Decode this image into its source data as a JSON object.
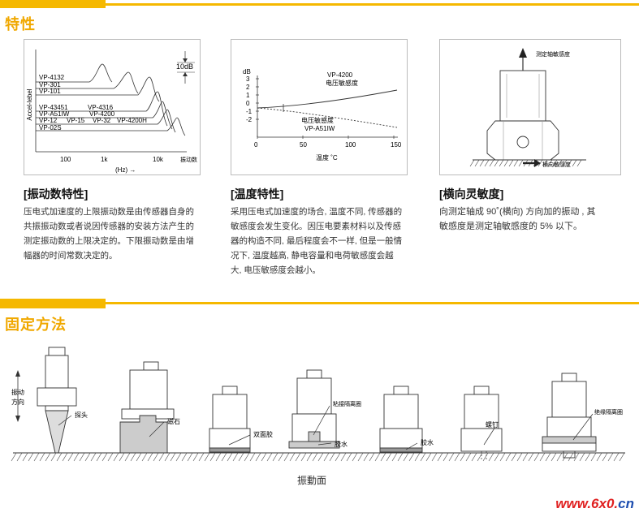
{
  "sections": {
    "features_title": "特性",
    "mounting_title": "固定方法"
  },
  "freq_chart": {
    "ylabel": "Accel-lebel",
    "scale_label": "10dB",
    "xlabel": "(Hz) →",
    "x_unit": "振动数",
    "xticks": [
      "100",
      "1k",
      "10k"
    ],
    "models": [
      "VP-4132",
      "VP-301",
      "VP-101",
      "VP-43451",
      "VP-4316",
      "VP-A51IW",
      "VP-4200",
      "VP-12",
      "VP-15",
      "VP-32",
      "VP-4200H",
      "VP-02S"
    ]
  },
  "temp_chart": {
    "yunit": "dB",
    "yticks": [
      "3",
      "2",
      "1",
      "0",
      "-1",
      "-2"
    ],
    "xticks": [
      "0",
      "50",
      "100",
      "150"
    ],
    "xlabel": "温度 ˚C",
    "series1_name": "VP-4200",
    "series1_desc": "电压敏感度",
    "series2_desc": "电压敏感度",
    "series2_name": "VP-A51IW"
  },
  "cross_diagram": {
    "main_axis": "测定轴敏感度",
    "cross_axis": "横向敏感度"
  },
  "captions": {
    "c1_title": "[振动数特性]",
    "c1_lines": [
      "压电式加速度的上限振动数是由传感器自身的",
      "共振振动数或者说因传感器的安装方法产生的",
      "测定振动数的上限决定的。下限振动数是由增",
      "幅器的时间常数决定的。"
    ],
    "c2_title": "[温度特性]",
    "c2_lines": [
      "采用压电式加速度的场合, 温度不同, 传感器的",
      "敏感度会发生变化。因压电要素材料以及传感",
      "器的构造不同, 最后程度会不一样, 但是一般情",
      "况下, 温度越高, 静电容量和电荷敏感度会越",
      "大, 电压敏感度会越小。"
    ],
    "c3_title": "[横向灵敏度]",
    "c3_lines": [
      "向测定轴成 90˚(横向) 方向加的振动 , 其",
      "敏感度是测定轴敏感度的 5% 以下。"
    ]
  },
  "mounting": {
    "direction_label_1": "振动",
    "direction_label_2": "方向",
    "probe": "探头",
    "magnet": "磁石",
    "double_tape": "双面胶",
    "isolation_adhesive": "粘接隔离圈",
    "glue_1": "胶水",
    "glue_2": "胶水",
    "screw": "螺钉",
    "insulating_ring": "绝缘隔离圈",
    "surface": "振動面"
  },
  "watermark": {
    "text": "www.6x0.",
    "tld": "cn"
  }
}
